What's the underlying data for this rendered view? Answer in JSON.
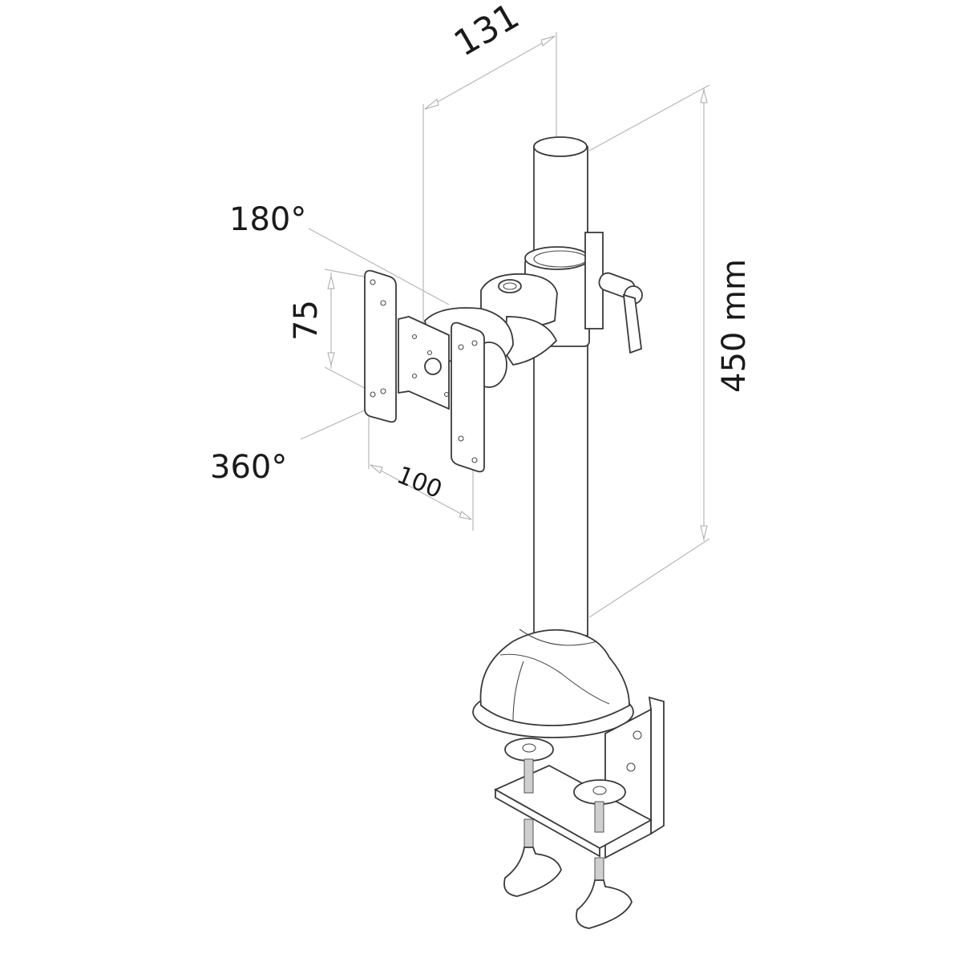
{
  "diagram": {
    "subject": "monitor desk mount with pole, tilt/swivel head and desk clamp",
    "dimensions": {
      "arm_reach": "131",
      "tilt_angle": "180°",
      "vesa_height": "75",
      "rotation_angle": "360°",
      "vesa_width": "100",
      "pole_height": "450 mm"
    },
    "colors": {
      "background": "#ffffff",
      "part_outline": "#3a3a3a",
      "dimension_line": "#b8b8b8",
      "label_text": "#1a1a1a"
    }
  }
}
